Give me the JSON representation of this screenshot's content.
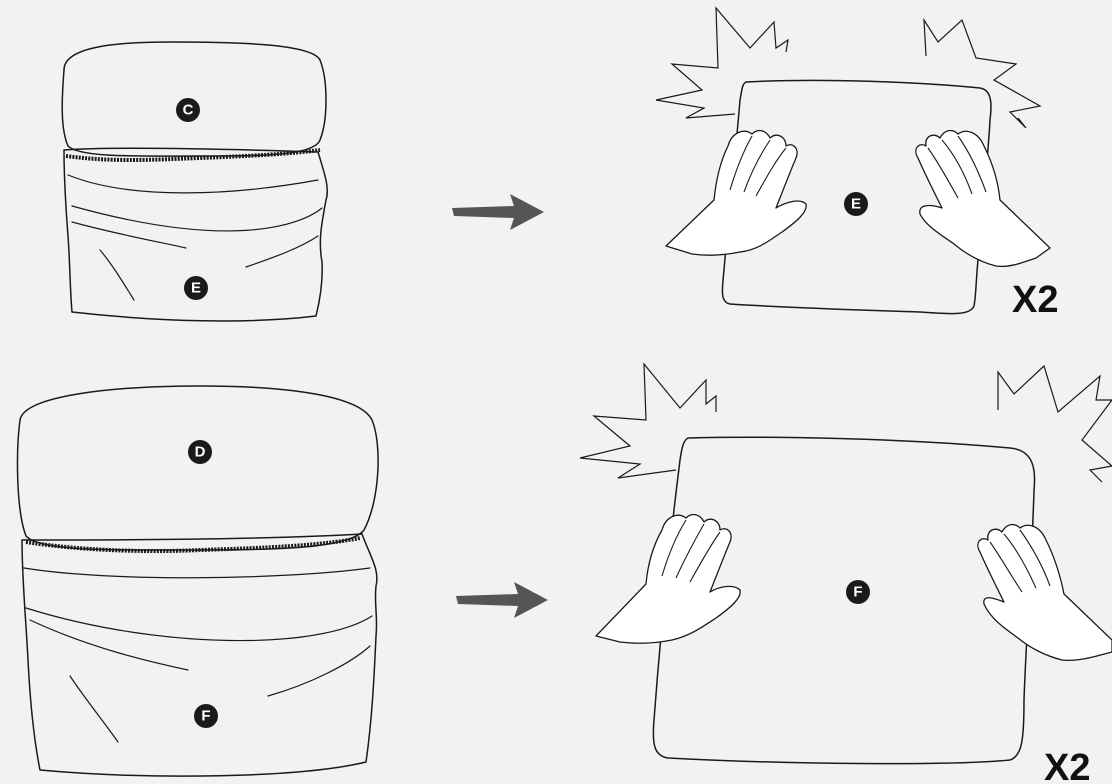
{
  "steps": [
    {
      "cushion_top_label": "C",
      "cover_label": "E",
      "flat_cover_label": "E",
      "multiplier": "X2"
    },
    {
      "cushion_top_label": "D",
      "cover_label": "F",
      "flat_cover_label": "F",
      "multiplier": "X2"
    }
  ],
  "colors": {
    "background": "#f2f2f2",
    "line": "#1a1a1a",
    "arrow": "#555555",
    "badge": "#1a1a1a"
  },
  "icons": [
    "right-arrow-icon",
    "hand-icon",
    "impact-burst-icon"
  ]
}
